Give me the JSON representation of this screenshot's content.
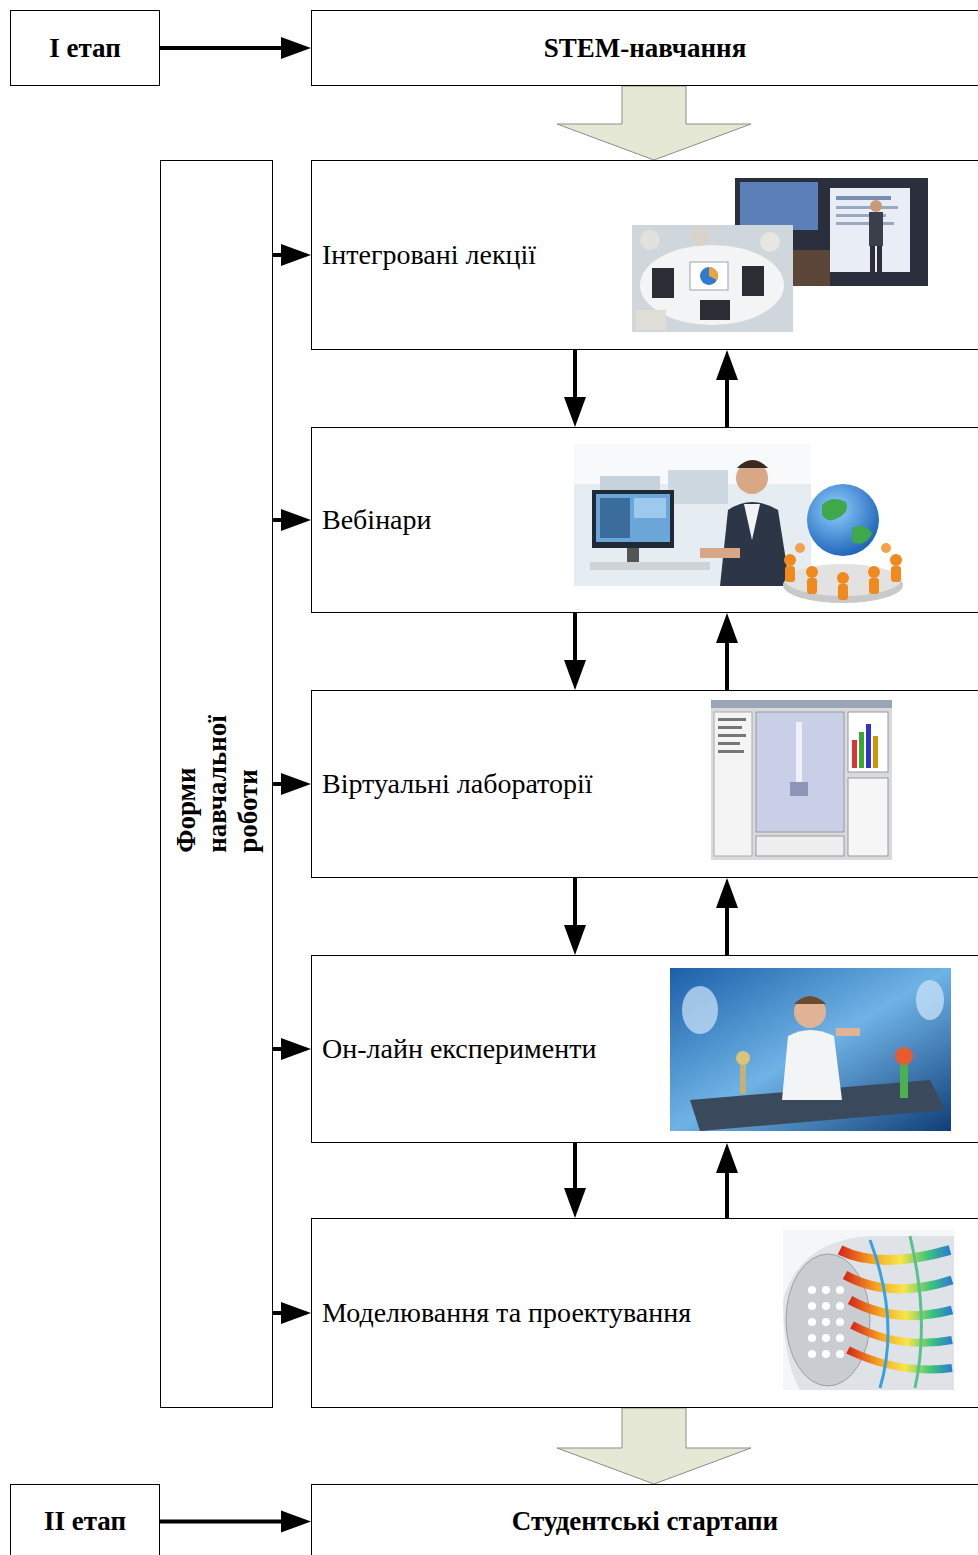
{
  "diagram": {
    "nodes": [
      {
        "text": [
          "I етап"
        ]
      },
      {
        "text": [
          "STEM-навчання"
        ]
      },
      {
        "text": [
          "Форми навчальної роботи"
        ]
      },
      {
        "text": [
          "Інтегровані лекції"
        ]
      },
      {
        "text": [
          "Вебінари"
        ]
      },
      {
        "text": [
          "Віртуальні лабораторії"
        ]
      },
      {
        "text": [
          "Он-лайн експерименти"
        ]
      },
      {
        "text": [
          "Моделювання та проектування"
        ]
      },
      {
        "text": [
          "II етап"
        ]
      },
      {
        "text": [
          "Студентські стартапи"
        ]
      }
    ],
    "edges": [
      {
        "from": 0,
        "to": 1,
        "arrow": "to"
      },
      {
        "from": 1,
        "to": 3,
        "arrow": "to"
      },
      {
        "from": 2,
        "to": 3,
        "arrow": "to"
      },
      {
        "from": 2,
        "to": 4,
        "arrow": "to"
      },
      {
        "from": 2,
        "to": 5,
        "arrow": "to"
      },
      {
        "from": 2,
        "to": 6,
        "arrow": "to"
      },
      {
        "from": 2,
        "to": 7,
        "arrow": "to"
      },
      {
        "from": 3,
        "to": 4,
        "arrow": "to"
      },
      {
        "from": 4,
        "to": 3,
        "arrow": "to"
      },
      {
        "from": 4,
        "to": 5,
        "arrow": "to"
      },
      {
        "from": 5,
        "to": 4,
        "arrow": "to"
      },
      {
        "from": 5,
        "to": 6,
        "arrow": "to"
      },
      {
        "from": 6,
        "to": 5,
        "arrow": "to"
      },
      {
        "from": 6,
        "to": 7,
        "arrow": "to"
      },
      {
        "from": 7,
        "to": 6,
        "arrow": "to"
      },
      {
        "from": 7,
        "to": 9,
        "arrow": "to"
      },
      {
        "from": 8,
        "to": 9,
        "arrow": "to"
      }
    ]
  }
}
